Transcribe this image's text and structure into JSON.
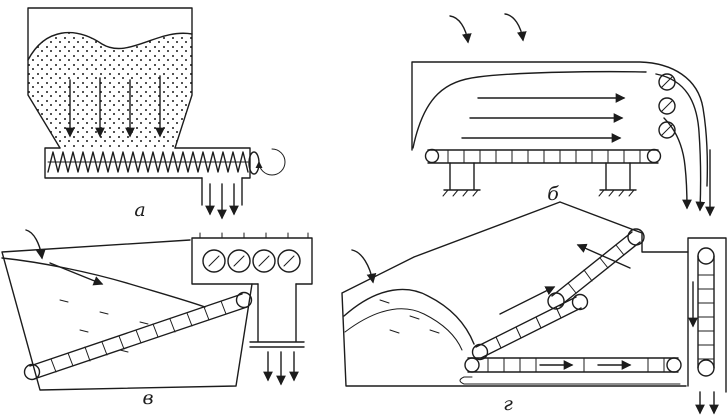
{
  "colors": {
    "ink": "#1c1c1c",
    "paper": "#ffffff"
  },
  "panels": [
    {
      "label": "а"
    },
    {
      "label": "б"
    },
    {
      "label": "в"
    },
    {
      "label": "г"
    }
  ]
}
